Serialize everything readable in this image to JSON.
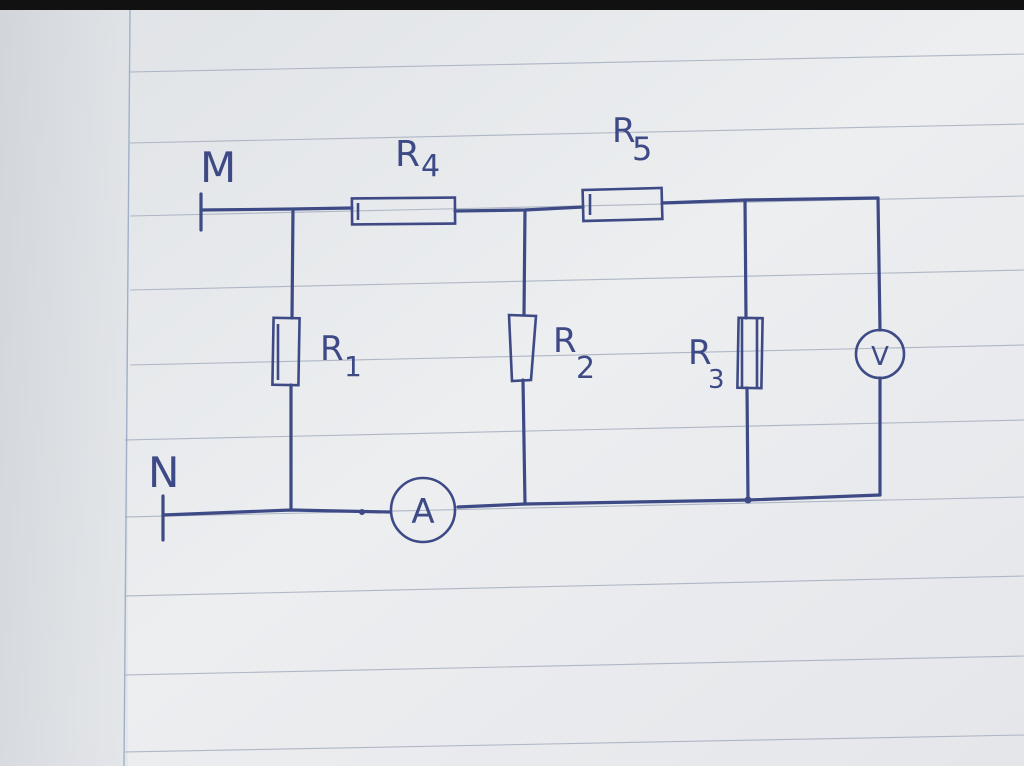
{
  "diagram": {
    "terminal_top": "M",
    "terminal_bottom": "N",
    "resistors": {
      "r1": {
        "name": "R",
        "sub": "1"
      },
      "r2": {
        "name": "R",
        "sub": "2"
      },
      "r3": {
        "name": "R",
        "sub": "3"
      },
      "r4": {
        "name": "R",
        "sub": "4"
      },
      "r5": {
        "name": "R",
        "sub": "5"
      }
    },
    "ammeter": "A",
    "voltmeter": "V"
  },
  "colors": {
    "ink": "#3d4a86",
    "paper": "#e9ebee",
    "rule": "#9ca6b8"
  }
}
